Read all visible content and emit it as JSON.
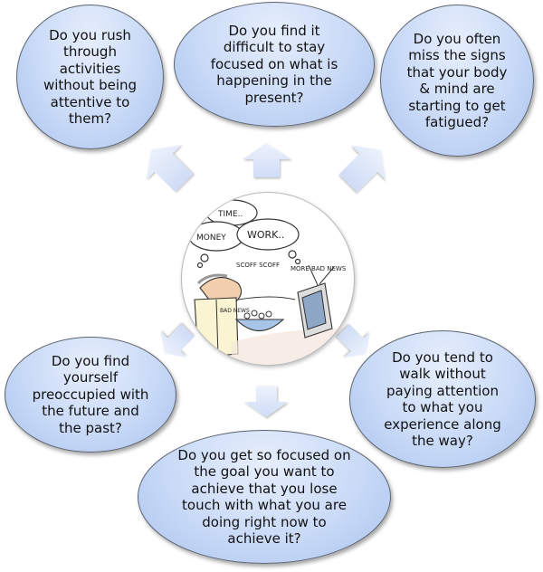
{
  "questions": {
    "top_left": "Do you rush through activities without being attentive to them?",
    "top_center": "Do you find it difficult to stay focused on what is happening in the present?",
    "top_right": "Do you often miss the signs that your body & mind are starting to get fatigued?",
    "middle_left": "Do you find yourself preoccupied with the future and the past?",
    "middle_right": "Do you tend to walk without paying attention to what you experience along the way?",
    "bottom_center": "Do you get so focused on the goal you want to achieve that you lose touch with what you are doing right now to achieve it?"
  },
  "center_illustration": {
    "thought_bubbles": [
      "TIME..",
      "MONEY",
      "WORK.."
    ],
    "sound_effect": "SCOFF SCOFF",
    "tv_caption": "MORE BAD NEWS",
    "newspaper_headline": "BAD NEWS"
  },
  "colors": {
    "bubble_fill": "#c9daf7",
    "bubble_border": "#5d6470",
    "arrow_fill": "#dbe6fa"
  }
}
